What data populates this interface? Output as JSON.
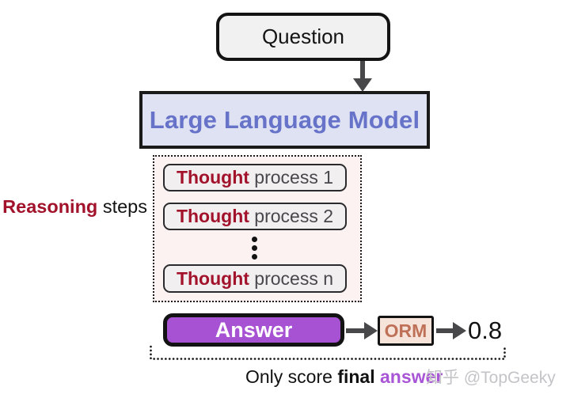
{
  "colors": {
    "crimson_accent": "#a2122b",
    "purple_accent": "#a751d3",
    "caption_purple": "#a855d6",
    "llm_text": "#6673c8",
    "llm_bg": "#dfe2f3",
    "orm_text": "#bf7158",
    "orm_bg": "#f6e4da",
    "reasoning_bg": "#fcf2f1",
    "arrow_gray": "#48484a"
  },
  "diagram": {
    "question": {
      "label": "Question"
    },
    "llm": {
      "label": "Large Language Model"
    },
    "reasoning": {
      "label_bold": "Reasoning",
      "label_rest": " steps",
      "steps": [
        {
          "bold": "Thought",
          "rest": " process 1"
        },
        {
          "bold": "Thought",
          "rest": " process 2"
        },
        {
          "bold": "Thought",
          "rest": " process n"
        }
      ]
    },
    "answer": {
      "label": "Answer"
    },
    "orm": {
      "label": "ORM",
      "score": "0.8"
    },
    "caption": {
      "lead": "Only score ",
      "bold": "final",
      "accent": " answer"
    },
    "watermark": "知乎 @TopGeeky"
  }
}
